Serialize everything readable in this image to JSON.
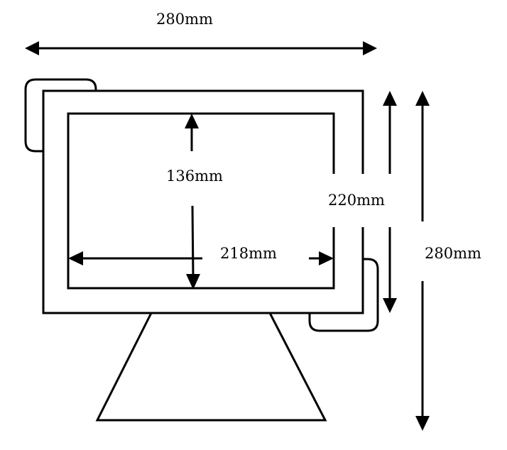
{
  "diagram": {
    "title": "Monitor dimensions",
    "labels": {
      "overall_width": "280mm",
      "overall_height": "280mm",
      "monitor_height": "220mm",
      "screen_width": "218mm",
      "screen_height": "136mm"
    },
    "colors": {
      "stroke": "#000000",
      "background": "#ffffff"
    }
  }
}
